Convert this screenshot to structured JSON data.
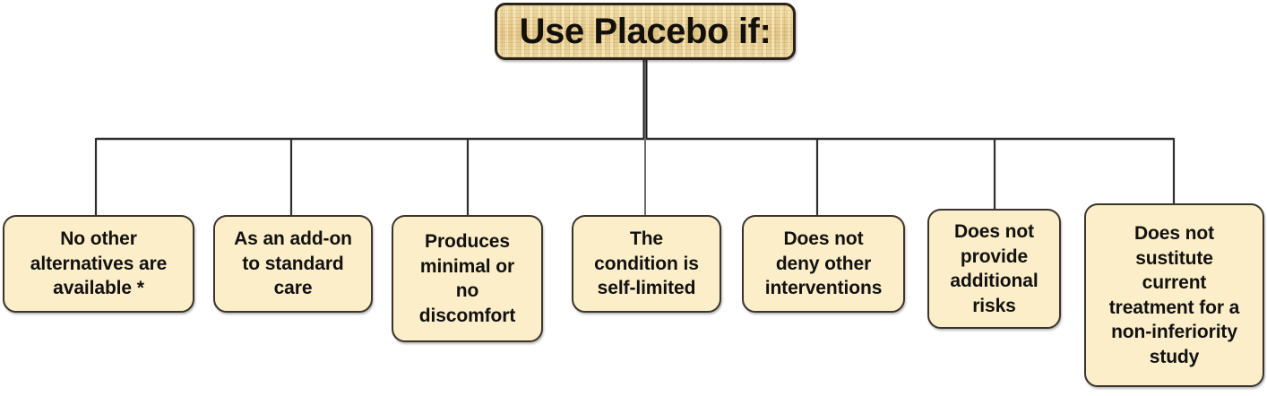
{
  "diagram": {
    "title": "Use Placebo if:",
    "type": "tree-diagram",
    "colors": {
      "root_fill": "#e8cf92",
      "root_border": "#2b2218",
      "leaf_fill": "#fbeec9",
      "leaf_border": "#3a342c",
      "connector": "#2e2e2e",
      "text": "#121110",
      "background": "#ffffff"
    },
    "footnote_marker": "*",
    "nodes": [
      {
        "id": "no-other-alternatives",
        "label": "No other\nalternatives are\navailable *"
      },
      {
        "id": "add-on-standard-care",
        "label": "As an add-on\nto standard\ncare"
      },
      {
        "id": "minimal-discomfort",
        "label": "Produces\nminimal or\nno\ndiscomfort"
      },
      {
        "id": "self-limited-condition",
        "label": "The\ncondition is\nself-limited"
      },
      {
        "id": "does-not-deny",
        "label": "Does not\ndeny other\ninterventions"
      },
      {
        "id": "no-additional-risks",
        "label": "Does not\nprovide\nadditional\nrisks"
      },
      {
        "id": "no-substitution",
        "label": "Does not\nsustitute\ncurrent\ntreatment for a\nnon-inferiority\nstudy"
      }
    ]
  }
}
